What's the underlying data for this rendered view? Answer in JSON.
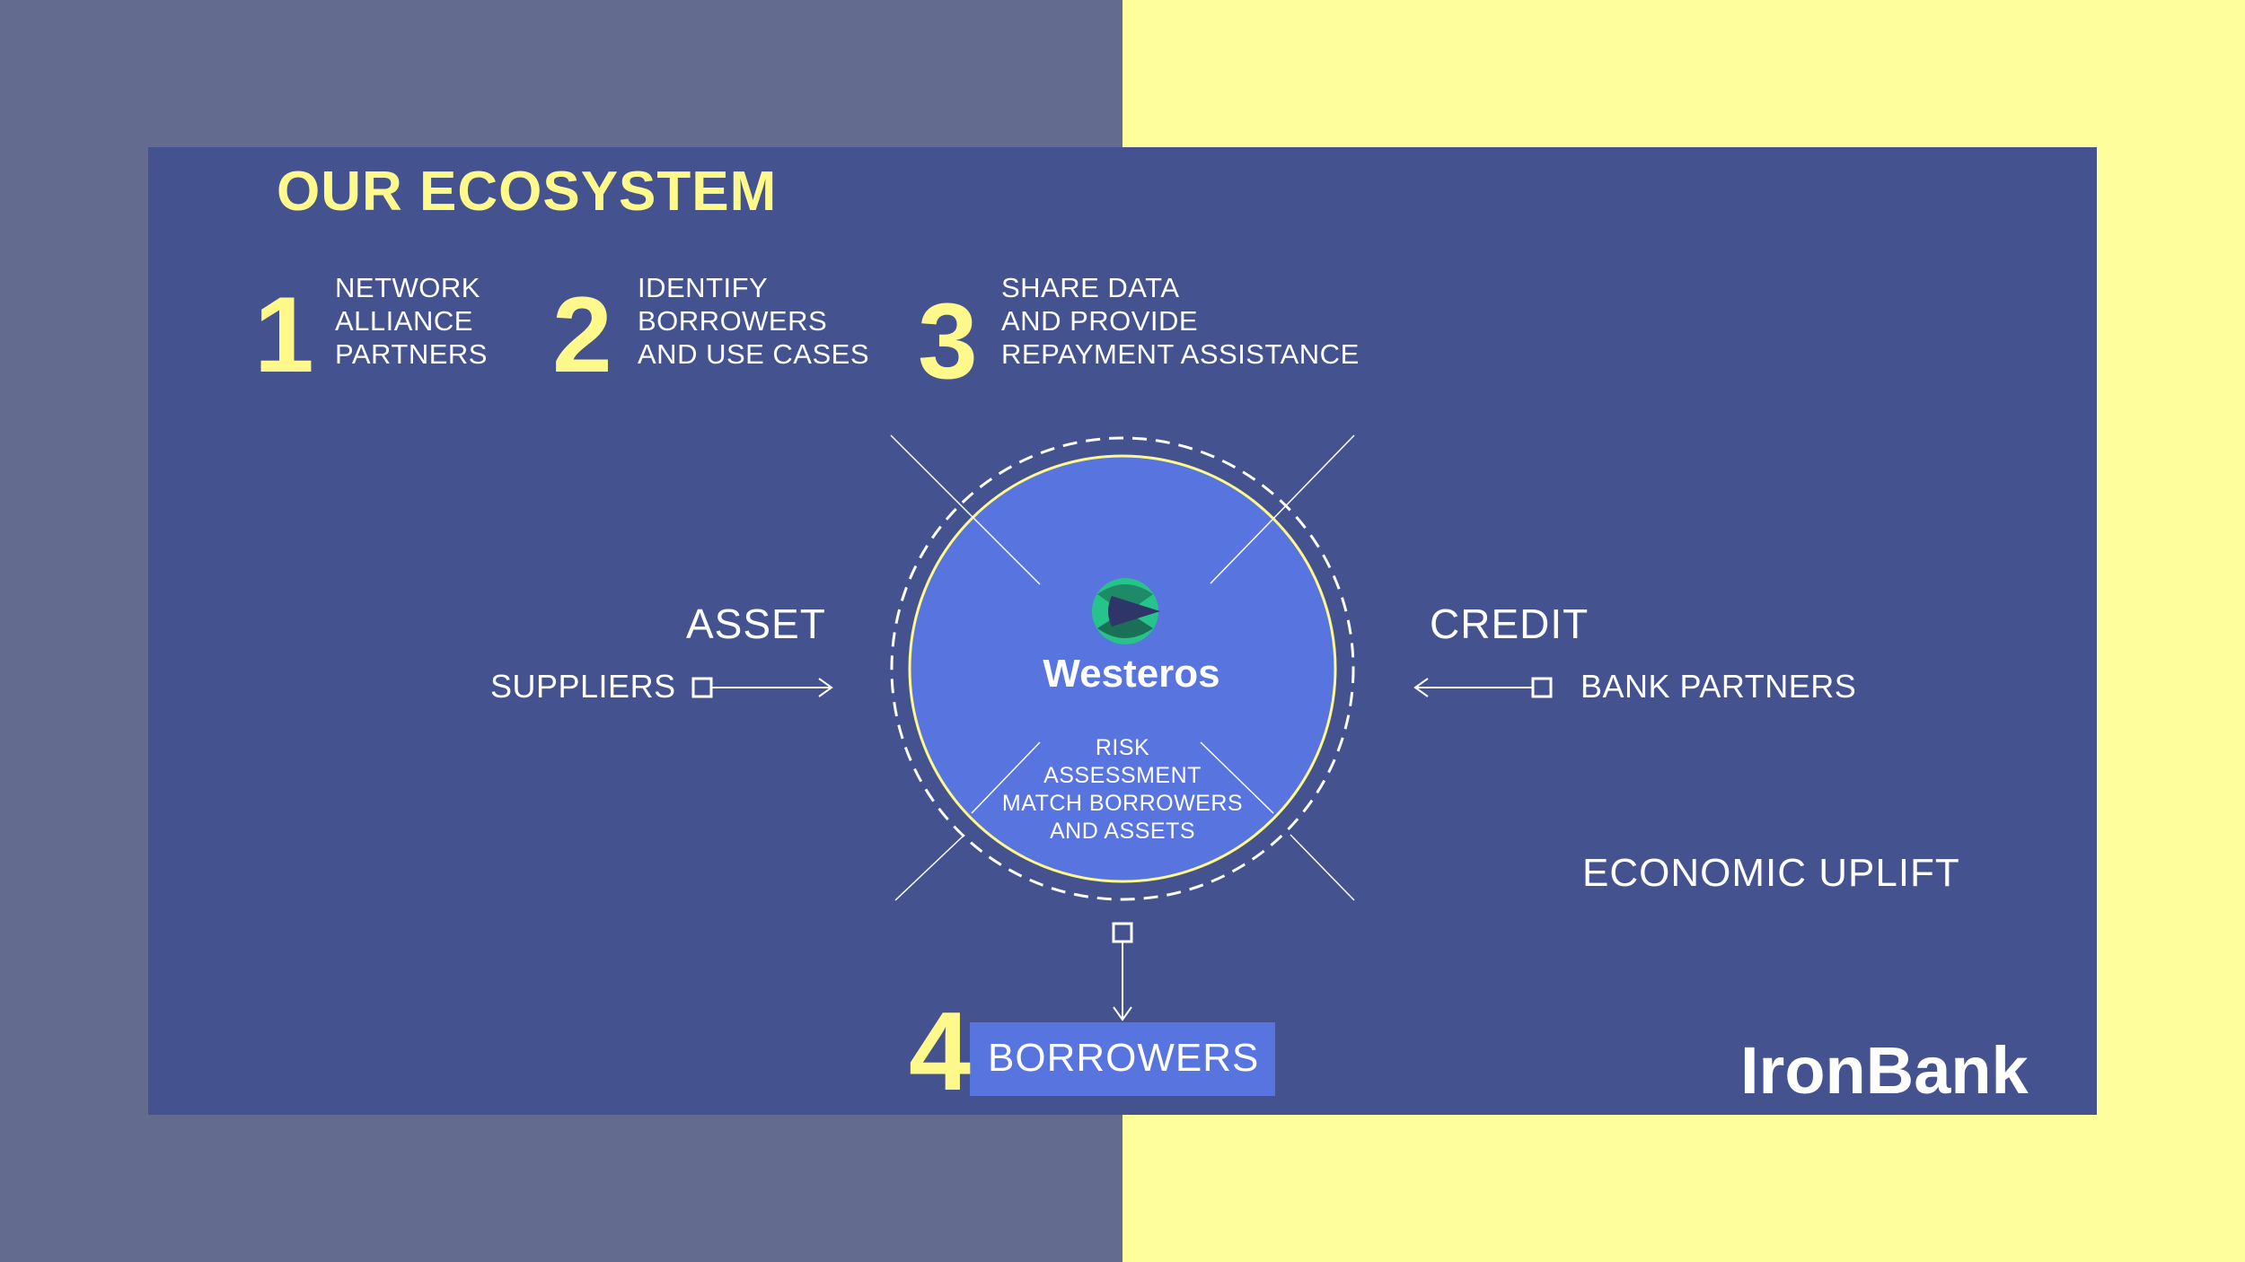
{
  "title": "OUR ECOSYSTEM",
  "steps": [
    {
      "number": "1",
      "lines": [
        "NETWORK",
        "ALLIANCE",
        "PARTNERS"
      ]
    },
    {
      "number": "2",
      "lines": [
        "IDENTIFY",
        "BORROWERS",
        "AND USE CASES"
      ]
    },
    {
      "number": "3",
      "lines": [
        "SHARE DATA",
        "AND PROVIDE",
        "REPAYMENT ASSISTANCE"
      ]
    }
  ],
  "left": {
    "heading": "ASSET",
    "node": "SUPPLIERS"
  },
  "right": {
    "heading": "CREDIT",
    "node": "BANK PARTNERS"
  },
  "hub": {
    "name": "Westeros",
    "logo_icon": "westeros-logo-icon",
    "lines": [
      "RISK",
      "ASSESSMENT",
      "MATCH BORROWERS",
      "AND ASSETS"
    ]
  },
  "economic_uplift": "ECONOMIC UPLIFT",
  "bottom": {
    "number": "4",
    "label": "BORROWERS"
  },
  "brand": "IronBank",
  "colors": {
    "accent_yellow": "#fff98c",
    "panel_blue": "#44528f",
    "hub_blue": "#5874df",
    "logo_green": "#26c48a"
  }
}
